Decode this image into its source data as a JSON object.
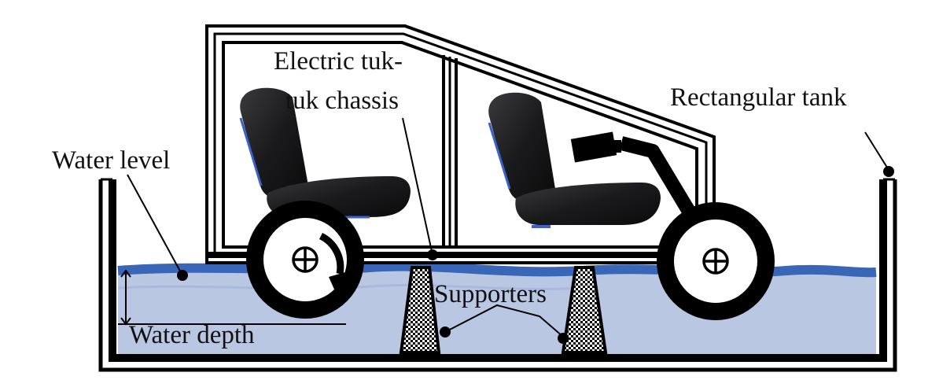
{
  "labels": {
    "water_level": "Water level",
    "chassis_line1": "Electric tuk-",
    "chassis_line2": "tuk chassis",
    "rectangular_tank": "Rectangular tank",
    "supporters": "Supporters",
    "water_depth": "Water depth"
  },
  "icons": {
    "wheel_hub": "circled-plus",
    "rotation": "clockwise-arrow"
  },
  "colors": {
    "water_fill": "#b9c7e3",
    "water_surface": "#3a66b7",
    "outline": "#000000",
    "seat": "#1c1c1e",
    "seat_trim": "#3a62c8"
  }
}
